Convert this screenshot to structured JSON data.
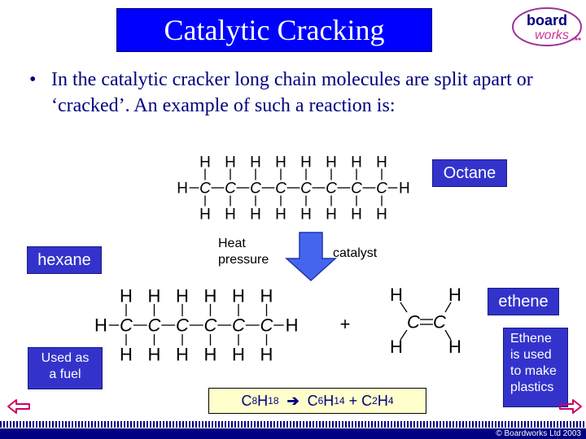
{
  "slide": {
    "title": "Catalytic Cracking",
    "bullet_symbol": "•",
    "bullet_text": "In the catalytic cracker long chain molecules are split apart or ‘cracked’.   An example of such a reaction is:"
  },
  "logo": {
    "word1": "board",
    "word2": "works"
  },
  "labels": {
    "octane": "Octane",
    "hexane": "hexane",
    "ethene": "ethene",
    "fuel_note": [
      "Used as",
      "a fuel"
    ],
    "plastics_note": [
      "Ethene",
      "is used",
      "to make",
      "plastics"
    ]
  },
  "conditions": {
    "left": [
      "Heat",
      "pressure"
    ],
    "right": "catalyst"
  },
  "atoms": {
    "hydrogen": "H",
    "carbon": "C"
  },
  "molecules": {
    "octane_carbons": 8,
    "hexane_carbons": 6
  },
  "plus": "+",
  "equation": {
    "reactant": "C",
    "reactant_c": "8",
    "reactant_h_symbol": "H",
    "reactant_h": "18",
    "arrow": "➔",
    "product1": "C",
    "product1_c": "6",
    "product1_h_symbol": "H",
    "product1_h": "14",
    "plus": "+",
    "product2": "C",
    "product2_c": "2",
    "product2_h_symbol": "H",
    "product2_h": "4"
  },
  "footer": {
    "copyright": "© Boardworks Ltd 2003"
  },
  "colors": {
    "title_bg": "#0000ff",
    "label_bg": "#3333cc",
    "text": "#000080",
    "down_arrow": "#4466ee",
    "nav_arrow": "#cc0066"
  },
  "icons": {
    "prev": "left-arrow-icon",
    "next": "right-arrow-icon",
    "down": "down-arrow-icon"
  }
}
